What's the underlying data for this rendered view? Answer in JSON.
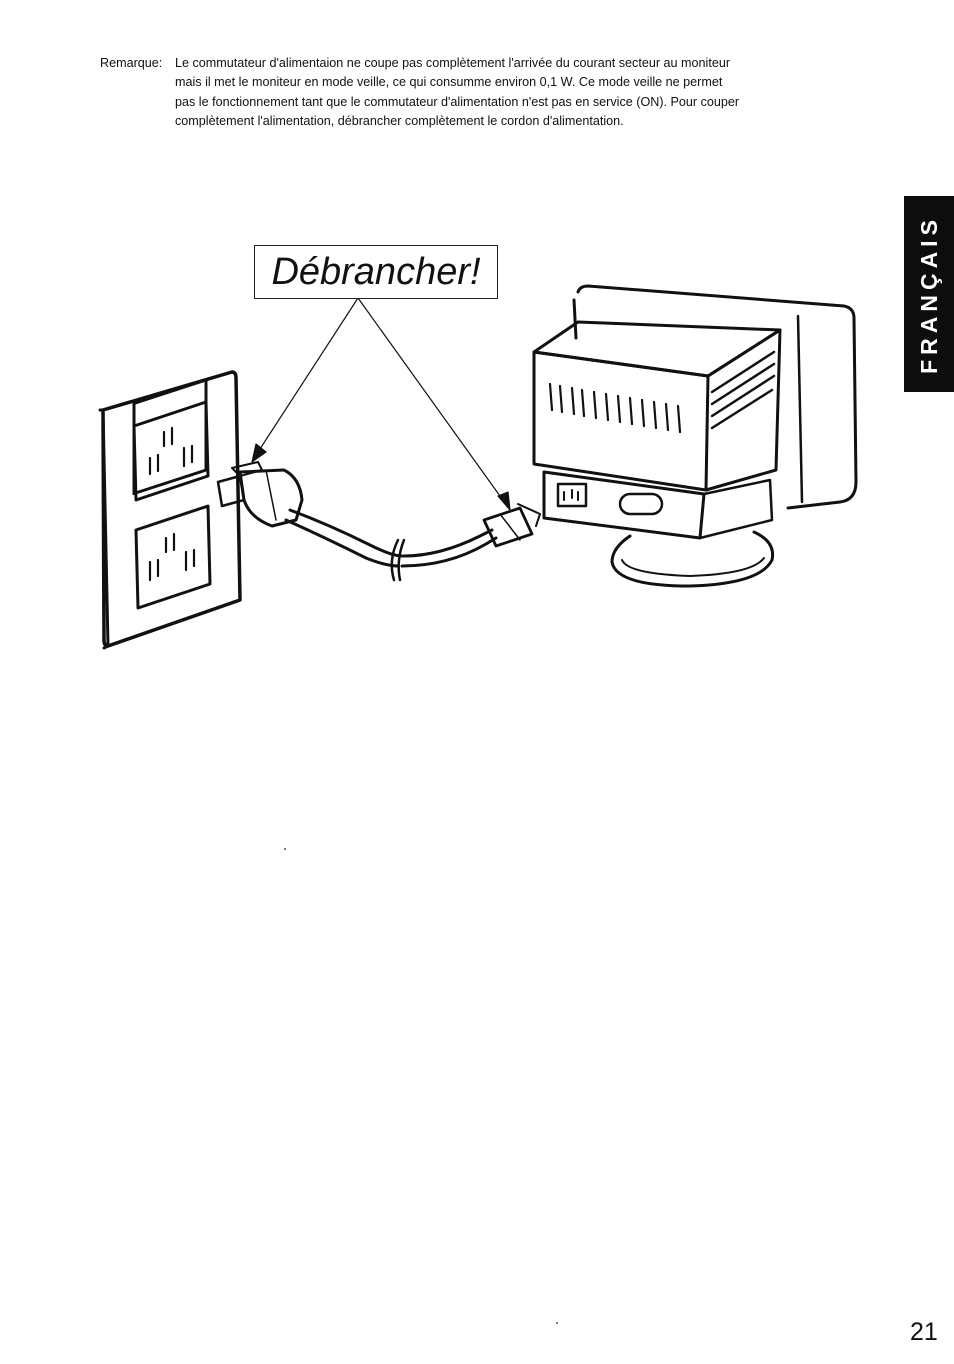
{
  "note": {
    "label": "Remarque:",
    "lines": [
      "Le commutateur d'alimentaion ne coupe pas complètement l'arrivée du courant secteur au moniteur",
      "mais il met le moniteur en mode veille, ce qui consumme environ 0,1 W. Ce mode veille ne permet",
      "pas le fonctionnement tant que le commutateur d'alimentation n'est pas en service (ON). Pour couper",
      "complètement l'alimentation, débrancher complètement le cordon d'alimentation."
    ]
  },
  "side_tab": {
    "label": "FRANÇAIS",
    "color": "#0d0d0d"
  },
  "illustration": {
    "callout": "Débrancher!",
    "icons": [
      "wall-outlet-icon",
      "power-plug-icon",
      "power-cord-icon",
      "monitor-connector-icon",
      "crt-monitor-icon"
    ]
  },
  "page_number": "21"
}
